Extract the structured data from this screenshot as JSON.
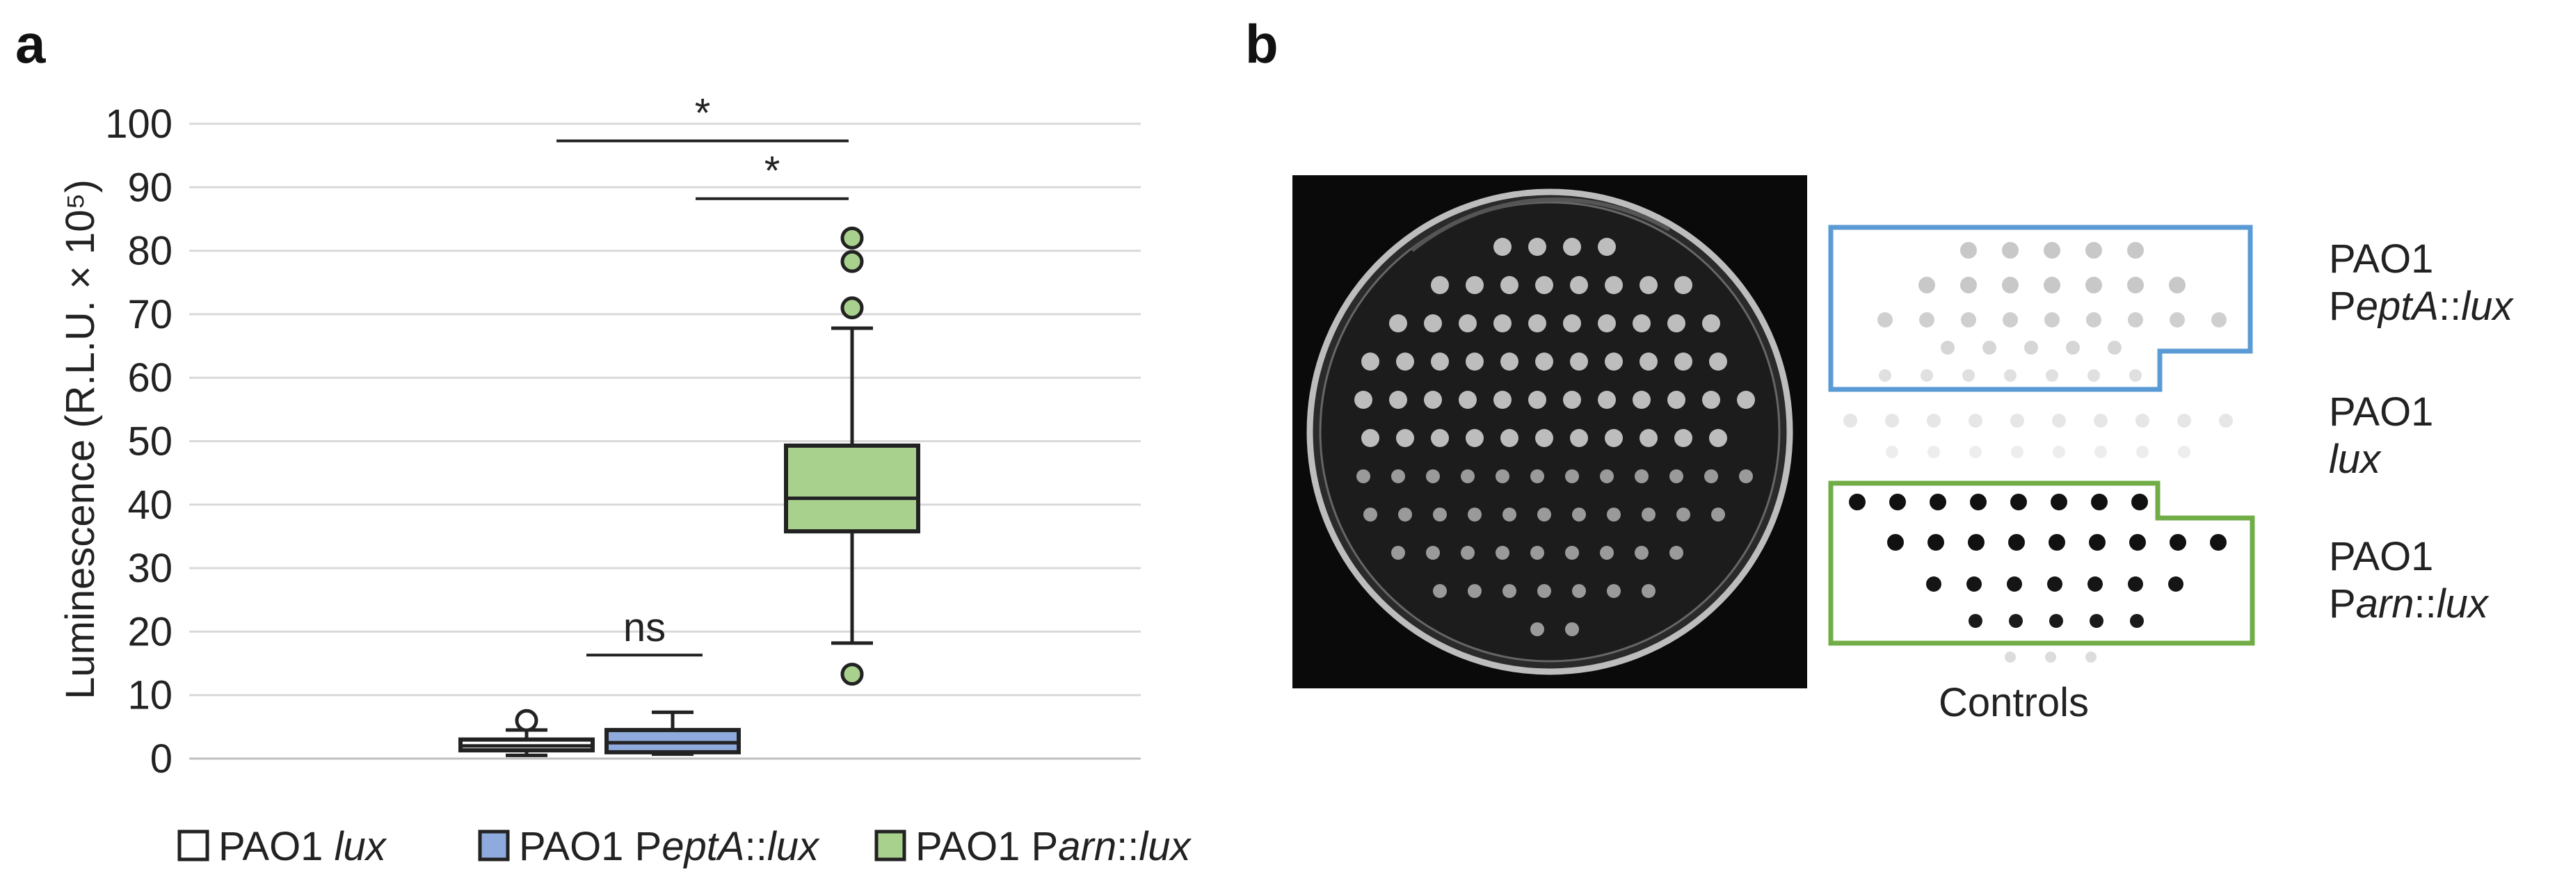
{
  "panel_a": {
    "letter": "a",
    "legend": [
      {
        "name": "legend-lux",
        "parts": [
          {
            "t": "PAO1  ",
            "i": false
          },
          {
            "t": "lux",
            "i": true
          }
        ],
        "color": "#ffffff"
      },
      {
        "name": "legend-pepta",
        "parts": [
          {
            "t": "PAO1 P",
            "i": false
          },
          {
            "t": "eptA",
            "i": true
          },
          {
            "t": "::",
            "i": false
          },
          {
            "t": "lux",
            "i": true
          }
        ],
        "color": "#8faadc"
      },
      {
        "name": "legend-parn",
        "parts": [
          {
            "t": "PAO1 P",
            "i": false
          },
          {
            "t": "arn",
            "i": true
          },
          {
            "t": "::",
            "i": false
          },
          {
            "t": "lux",
            "i": true
          }
        ],
        "color": "#a9d18e"
      }
    ]
  },
  "chart_data": {
    "type": "box",
    "ylabel": "Luminescence (R.L.U. × 10⁵)",
    "ylim": [
      0,
      100
    ],
    "yticks": [
      0,
      10,
      20,
      30,
      40,
      50,
      60,
      70,
      80,
      90,
      100
    ],
    "grid": true,
    "legend_position": "bottom",
    "series": [
      {
        "name": "PAO1 lux",
        "color": "#ffffff",
        "whisker_low": 0.5,
        "q1": 1.3,
        "median": 2.0,
        "q3": 3.0,
        "whisker_high": 4.5,
        "outliers": [
          6.0
        ]
      },
      {
        "name": "PAO1 PeptA::lux",
        "color": "#8faadc",
        "whisker_low": 0.7,
        "q1": 1.0,
        "median": 2.5,
        "q3": 4.5,
        "whisker_high": 7.3,
        "outliers": []
      },
      {
        "name": "PAO1 Parn::lux",
        "color": "#a9d18e",
        "whisker_low": 18.2,
        "q1": 35.8,
        "median": 41.0,
        "q3": 49.3,
        "whisker_high": 67.8,
        "outliers": [
          13.3,
          71.0,
          78.3,
          82.0
        ]
      }
    ],
    "annotations": [
      {
        "label": "ns",
        "from": 0,
        "to": 1,
        "y": 16.3
      },
      {
        "label": "*",
        "from": 1,
        "to": 2,
        "y": 88.2
      },
      {
        "label": "*",
        "from": 0,
        "to": 2,
        "y": 97.3
      }
    ]
  },
  "panel_b": {
    "letter": "b",
    "labels": [
      {
        "name": "label-pepta",
        "line1": "PAO1",
        "line2": [
          {
            "t": "P",
            "i": false
          },
          {
            "t": "eptA",
            "i": true
          },
          {
            "t": "::",
            "i": false
          },
          {
            "t": "lux",
            "i": true
          }
        ],
        "color": "#5b9bd5"
      },
      {
        "name": "label-lux",
        "line1": "PAO1",
        "line2": [
          {
            "t": "lux",
            "i": true
          }
        ],
        "color": "none"
      },
      {
        "name": "label-parn",
        "line1": "PAO1",
        "line2": [
          {
            "t": "P",
            "i": false
          },
          {
            "t": "arn",
            "i": true
          },
          {
            "t": "::",
            "i": false
          },
          {
            "t": "lux",
            "i": true
          }
        ],
        "color": "#70ad47"
      }
    ],
    "caption": "Controls"
  }
}
